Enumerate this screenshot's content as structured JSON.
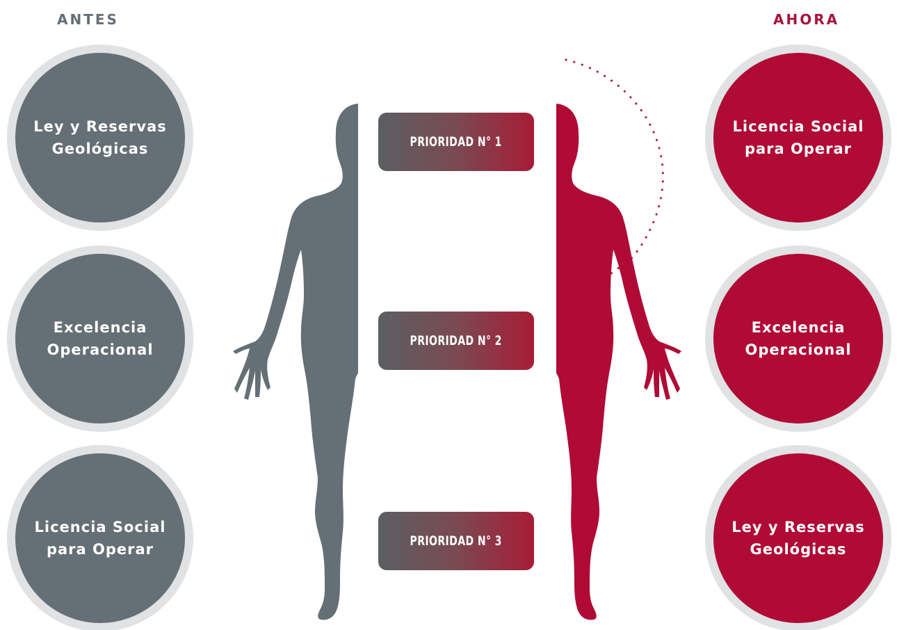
{
  "columns": {
    "before": {
      "heading": "ANTES",
      "color": "#656f76",
      "items": [
        "Ley y Reservas\nGeológicas",
        "Excelencia\nOperacional",
        "Licencia Social\npara Operar"
      ]
    },
    "now": {
      "heading": "AHORA",
      "color": "#b00b35",
      "items": [
        "Licencia Social\npara Operar",
        "Excelencia\nOperacional",
        "Ley y Reservas\nGeológicas"
      ]
    }
  },
  "priorities": [
    "PRIORIDAD N° 1",
    "PRIORIDAD N° 2",
    "PRIORIDAD N° 3"
  ]
}
